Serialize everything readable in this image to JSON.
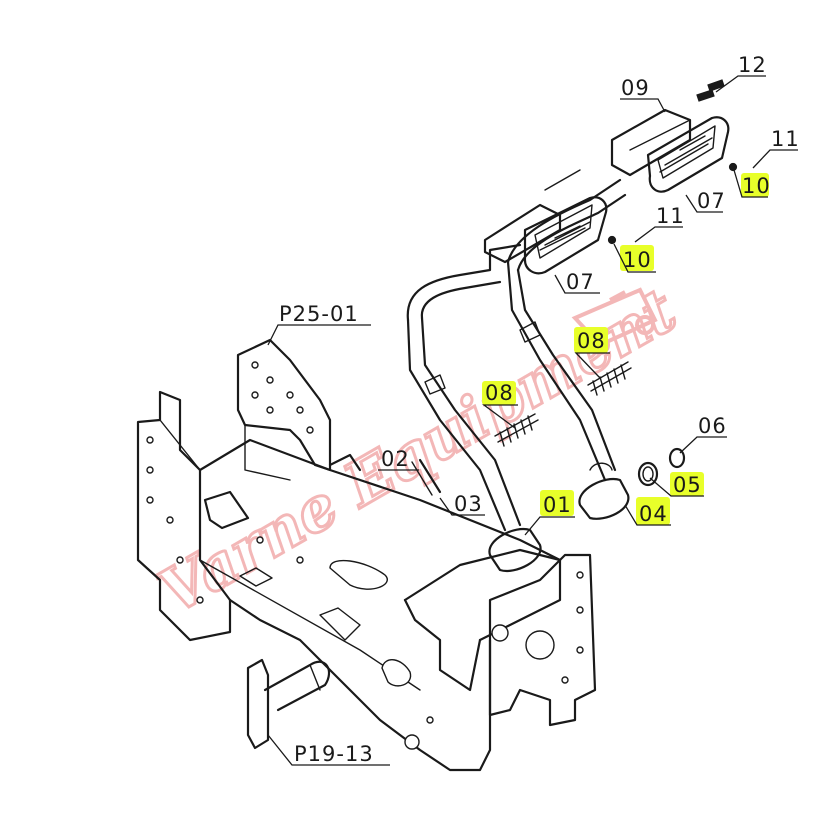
{
  "colors": {
    "line": "#1a1a1a",
    "highlight": "#e8ff2a",
    "watermark": "#f0a0a0"
  },
  "watermark": {
    "text": "Varne Equipment"
  },
  "callouts": [
    {
      "id": "12",
      "text": "12",
      "highlighted": false
    },
    {
      "id": "09",
      "text": "09",
      "highlighted": false
    },
    {
      "id": "11a",
      "text": "11",
      "highlighted": false
    },
    {
      "id": "10a",
      "text": "10",
      "highlighted": true
    },
    {
      "id": "07a",
      "text": "07",
      "highlighted": false
    },
    {
      "id": "11b",
      "text": "11",
      "highlighted": false
    },
    {
      "id": "10b",
      "text": "10",
      "highlighted": true
    },
    {
      "id": "07b",
      "text": "07",
      "highlighted": false
    },
    {
      "id": "p2501",
      "text": "P25-01",
      "highlighted": false
    },
    {
      "id": "08a",
      "text": "08",
      "highlighted": true
    },
    {
      "id": "08b",
      "text": "08",
      "highlighted": true
    },
    {
      "id": "06",
      "text": "06",
      "highlighted": false
    },
    {
      "id": "05",
      "text": "05",
      "highlighted": true
    },
    {
      "id": "02",
      "text": "02",
      "highlighted": false
    },
    {
      "id": "03",
      "text": "03",
      "highlighted": false
    },
    {
      "id": "01",
      "text": "01",
      "highlighted": true
    },
    {
      "id": "04",
      "text": "04",
      "highlighted": true
    },
    {
      "id": "p1913",
      "text": "P19-13",
      "highlighted": false
    }
  ]
}
